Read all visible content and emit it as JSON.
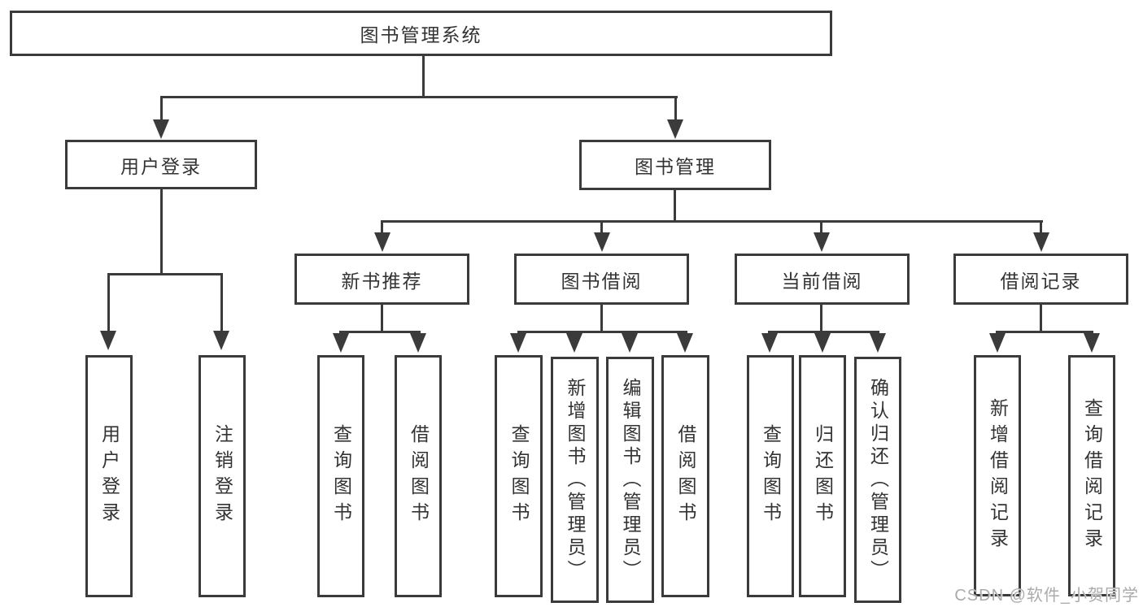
{
  "diagram": {
    "root_label": "图书管理系统",
    "level2": {
      "user_login": "用户登录",
      "book_mgmt": "图书管理"
    },
    "level3": {
      "new_rec": "新书推荐",
      "borrow": "图书借阅",
      "current": "当前借阅",
      "records": "借阅记录"
    },
    "leaves": {
      "user_login": "用户登录",
      "logout": "注销登录",
      "rec_query": "查询图书",
      "rec_borrow": "借阅图书",
      "bb_query": "查询图书",
      "bb_add": "新增图书（管理员）",
      "bb_edit": "编辑图书（管理员）",
      "bb_borrow": "借阅图书",
      "cur_query": "查询图书",
      "cur_return": "归还图书",
      "cur_confirm": "确认归还（管理员）",
      "br_add": "新增借阅记录",
      "br_query": "查询借阅记录"
    },
    "watermark": "CSDN @软件_小贺同学",
    "colors": {
      "line": "#3b3b3b",
      "text": "#333333",
      "watermark": "#ababab",
      "background": "#ffffff"
    }
  }
}
